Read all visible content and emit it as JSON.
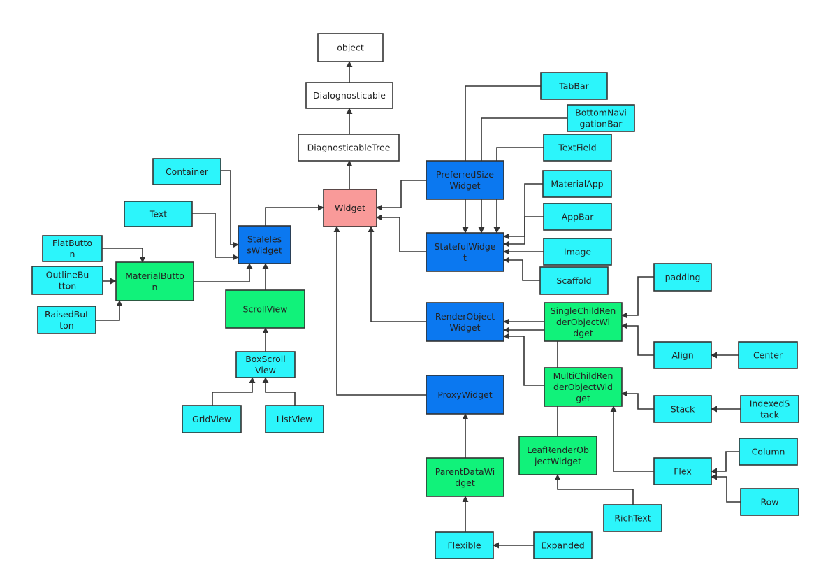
{
  "colors": {
    "white": "#ffffff",
    "pink": "#f99a99",
    "blue": "#0b78f0",
    "cyan": "#2cf5fb",
    "green": "#11f27a",
    "line": "#333333"
  },
  "nodes": {
    "object": {
      "lines": [
        "object"
      ]
    },
    "diagnosticable": {
      "lines": [
        "Dialognosticable"
      ]
    },
    "diagnosticable_tree": {
      "lines": [
        "DiagnosticableTree"
      ]
    },
    "widget": {
      "lines": [
        "Widget"
      ]
    },
    "container": {
      "lines": [
        "Container"
      ]
    },
    "text": {
      "lines": [
        "Text"
      ]
    },
    "stateless_widget": {
      "lines": [
        "Staleles",
        "sWidget"
      ]
    },
    "flat_button": {
      "lines": [
        "FlatButto",
        "n"
      ]
    },
    "outline_button": {
      "lines": [
        "OutlineBu",
        "tton"
      ]
    },
    "raised_button": {
      "lines": [
        "RaisedBut",
        "ton"
      ]
    },
    "material_button": {
      "lines": [
        "MaterialButto",
        "n"
      ]
    },
    "scroll_view": {
      "lines": [
        "ScrollView"
      ]
    },
    "box_scroll_view": {
      "lines": [
        "BoxScroll",
        "View"
      ]
    },
    "grid_view": {
      "lines": [
        "GridView"
      ]
    },
    "list_view": {
      "lines": [
        "ListView"
      ]
    },
    "preferred_size_widget": {
      "lines": [
        "PreferredSize",
        "Widget"
      ]
    },
    "stateful_widget": {
      "lines": [
        "StatefulWidge",
        "t"
      ]
    },
    "tab_bar": {
      "lines": [
        "TabBar"
      ]
    },
    "bottom_navigation_bar": {
      "lines": [
        "BottomNavi",
        "gationBar"
      ]
    },
    "text_field": {
      "lines": [
        "TextField"
      ]
    },
    "material_app": {
      "lines": [
        "MaterialApp"
      ]
    },
    "app_bar": {
      "lines": [
        "AppBar"
      ]
    },
    "image": {
      "lines": [
        "Image"
      ]
    },
    "scaffold": {
      "lines": [
        "Scaffold"
      ]
    },
    "render_object_widget": {
      "lines": [
        "RenderObject",
        "Widget"
      ]
    },
    "single_child_render_object_widget": {
      "lines": [
        "SingleChildRen",
        "derObjectWi",
        "dget"
      ]
    },
    "padding": {
      "lines": [
        "padding"
      ]
    },
    "align": {
      "lines": [
        "Align"
      ]
    },
    "center": {
      "lines": [
        "Center"
      ]
    },
    "multi_child_render_object_widget": {
      "lines": [
        "MultiChildRen",
        "derObjectWid",
        "get"
      ]
    },
    "stack": {
      "lines": [
        "Stack"
      ]
    },
    "indexed_stack": {
      "lines": [
        "IndexedS",
        "tack"
      ]
    },
    "leaf_render_object_widget": {
      "lines": [
        "LeafRenderOb",
        "jectWidget"
      ]
    },
    "flex": {
      "lines": [
        "Flex"
      ]
    },
    "column": {
      "lines": [
        "Column"
      ]
    },
    "row": {
      "lines": [
        "Row"
      ]
    },
    "rich_text": {
      "lines": [
        "RichText"
      ]
    },
    "proxy_widget": {
      "lines": [
        "ProxyWidget"
      ]
    },
    "parent_data_widget": {
      "lines": [
        "ParentDataWi",
        "dget"
      ]
    },
    "flexible": {
      "lines": [
        "Flexible"
      ]
    },
    "expanded": {
      "lines": [
        "Expanded"
      ]
    }
  }
}
